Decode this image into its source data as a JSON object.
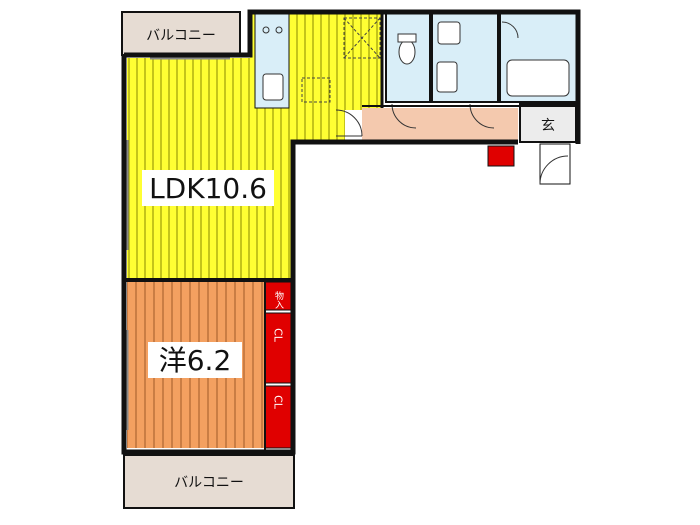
{
  "rooms": {
    "ldk": "LDK10.6",
    "western": "洋6.2",
    "balcony_top": "バルコニー",
    "balcony_bottom": "バルコニー",
    "entrance": "玄",
    "storage": "物入",
    "closet_1": "CL",
    "closet_2": "CL"
  },
  "colors": {
    "ldk_floor": "#ffff33",
    "western_floor": "#f4a060",
    "wet_area": "#d9eef8",
    "hall": "#f4c9ae",
    "balcony": "#e6dcd3",
    "storage": "#e00000",
    "wall": "#111111"
  }
}
